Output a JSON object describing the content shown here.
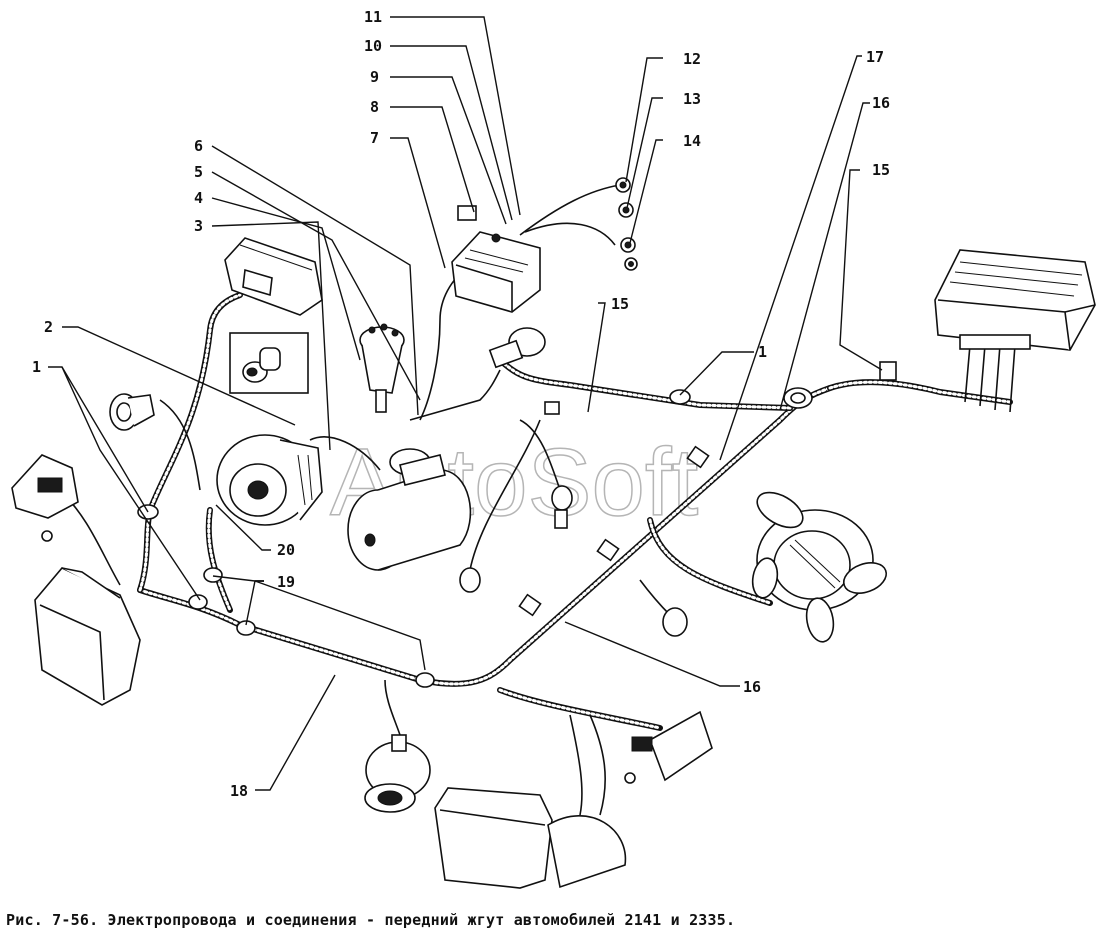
{
  "watermark": "AutoSoft",
  "caption": "Рис. 7-56. Электропровода и соединения - передний жгут автомобилей 2141 и 2335.",
  "callouts": {
    "c1a": "1",
    "c1b": "1",
    "c2": "2",
    "c3": "3",
    "c4": "4",
    "c5": "5",
    "c6": "6",
    "c7": "7",
    "c8": "8",
    "c9": "9",
    "c10": "10",
    "c11": "11",
    "c12": "12",
    "c13": "13",
    "c14": "14",
    "c15a": "15",
    "c15b": "15",
    "c16a": "16",
    "c16b": "16",
    "c17": "17",
    "c18": "18",
    "c19": "19",
    "c20": "20"
  }
}
